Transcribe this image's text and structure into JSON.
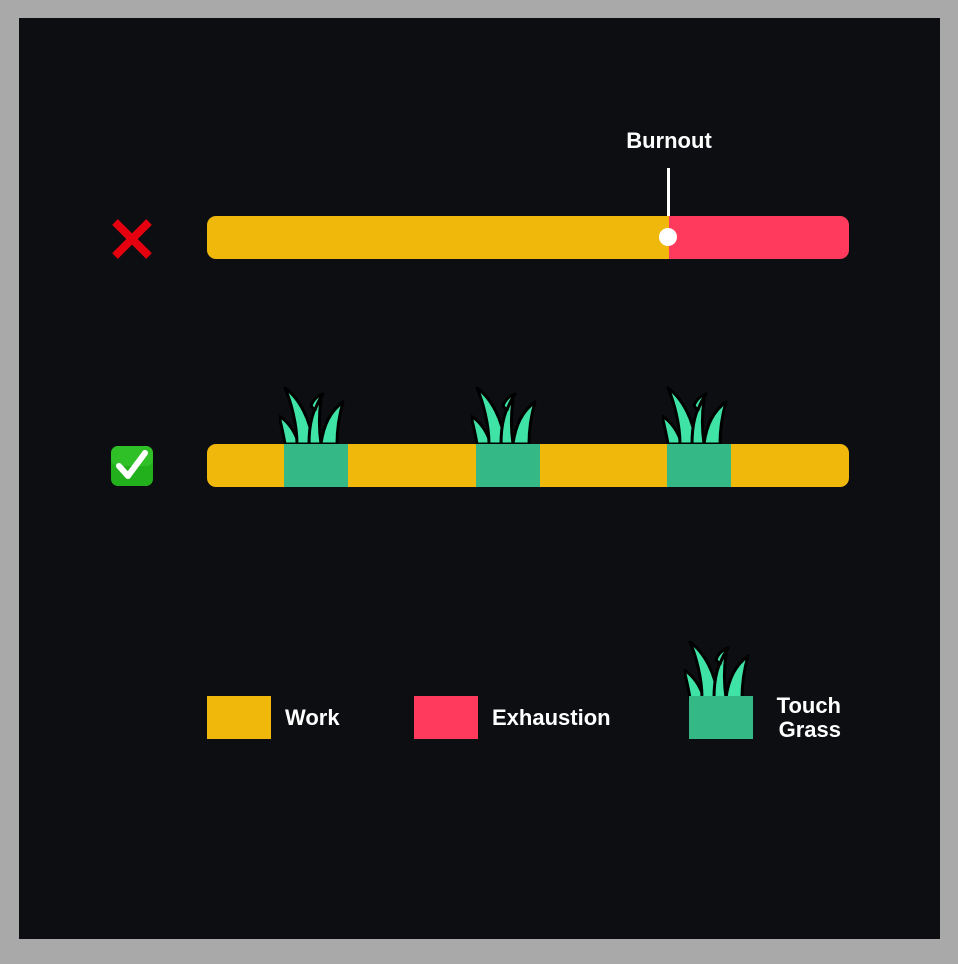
{
  "colors": {
    "background": "#0c0e12",
    "frame": "#a9a9a9",
    "work": "#efb80b",
    "exhaustion": "#ff3a5c",
    "touch_grass": "#33b886",
    "grass_blade": "#3fe3a5",
    "text": "#ffffff",
    "cross": "#e6000f",
    "check_bg": "#22b11c"
  },
  "bad_row": {
    "icon": "cross-mark-icon",
    "burnout_label": "Burnout"
  },
  "good_row": {
    "icon": "check-mark-button-icon"
  },
  "legend": {
    "work_label": "Work",
    "exhaustion_label": "Exhaustion",
    "touch_grass_line1": "Touch",
    "touch_grass_line2": "Grass"
  }
}
